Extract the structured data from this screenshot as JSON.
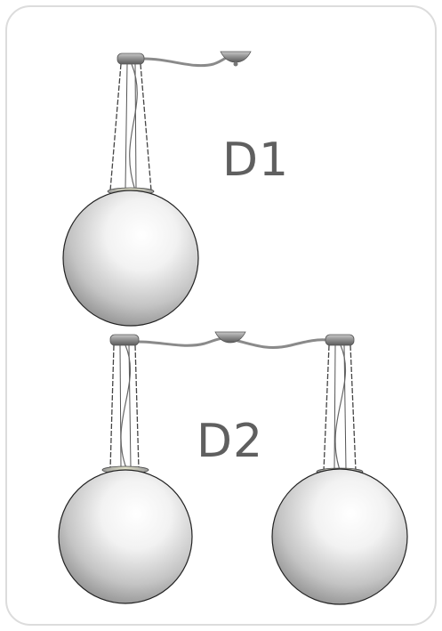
{
  "variants": [
    {
      "label": "D1",
      "globes": 1
    },
    {
      "label": "D2",
      "globes": 2
    }
  ],
  "colors": {
    "card_border": "#dcdcdc",
    "label_text": "#5f5f5f",
    "canopy": "#8a8a8a",
    "cable": "#444444",
    "globe_light": "#ffffff",
    "globe_dark": "#8c8c8c"
  }
}
